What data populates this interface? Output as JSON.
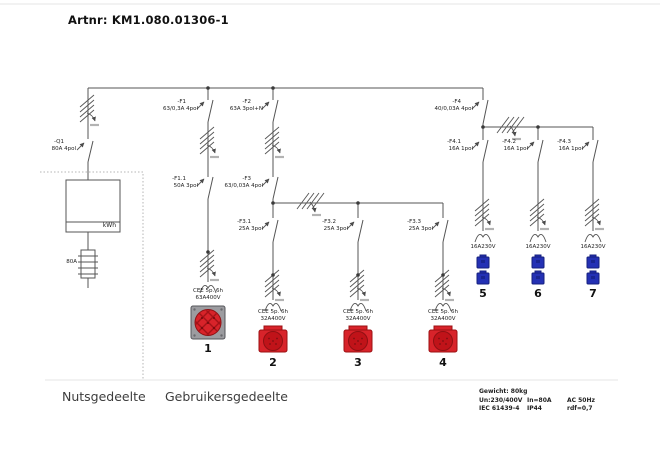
{
  "title": "Artnr: KM1.080.01306-1",
  "sections": {
    "utility": "Nutsgedeelte",
    "user": "Gebruikersgedeelte"
  },
  "meter": {
    "label": "kWh"
  },
  "main_fuse": {
    "label": "80A"
  },
  "breakers": {
    "q1": {
      "name": "-Q1",
      "rating": "80A 4pol"
    },
    "f1": {
      "name": "-F1",
      "rating": "63/0,3A 4pol"
    },
    "f2": {
      "name": "-F2",
      "rating": "63A 3pol+N"
    },
    "f1_1": {
      "name": "-F1.1",
      "rating": "50A 3pol"
    },
    "f3": {
      "name": "-F3",
      "rating": "63/0,03A 4pol"
    },
    "f3_1": {
      "name": "-F3.1",
      "rating": "25A 3pol"
    },
    "f3_2": {
      "name": "-F3.2",
      "rating": "25A 3pol"
    },
    "f3_3": {
      "name": "-F3.3",
      "rating": "25A 3pol"
    },
    "f4": {
      "name": "-F4",
      "rating": "40/0,03A 4pol"
    },
    "f4_1": {
      "name": "-F4.1",
      "rating": "16A 1pol"
    },
    "f4_2": {
      "name": "-F4.2",
      "rating": "16A 1pol"
    },
    "f4_3": {
      "name": "-F4.3",
      "rating": "16A 1pol"
    }
  },
  "sockets": {
    "s1": {
      "label_line1": "CEE 5p. 6h",
      "label_line2": "63A400V",
      "number": "1"
    },
    "s2": {
      "label_line1": "CEE 5p. 6h",
      "label_line2": "32A400V",
      "number": "2"
    },
    "s3": {
      "label_line1": "CEE 5p. 6h",
      "label_line2": "32A400V",
      "number": "3"
    },
    "s4": {
      "label_line1": "CEE 5p. 6h",
      "label_line2": "32A400V",
      "number": "4"
    },
    "s5": {
      "label": "16A230V",
      "number": "5"
    },
    "s6": {
      "label": "16A230V",
      "number": "6"
    },
    "s7": {
      "label": "16A230V",
      "number": "7"
    }
  },
  "specs": {
    "weight": "Gewicht: 80kg",
    "un": "Un:230/400V",
    "in": "In=80A",
    "freq": "AC 50Hz",
    "standard": "IEC 61439-4",
    "ip": "IP44",
    "rdf": "rdf=0,7"
  },
  "colors": {
    "line": "#555555",
    "socket_red": "#d8232a",
    "socket_red_dark": "#9b1013",
    "socket_red_inner": "#c01319",
    "socket_blue": "#2431b4",
    "socket_blue_dark": "#16207e",
    "frame_gray": "#9c9ca0"
  }
}
